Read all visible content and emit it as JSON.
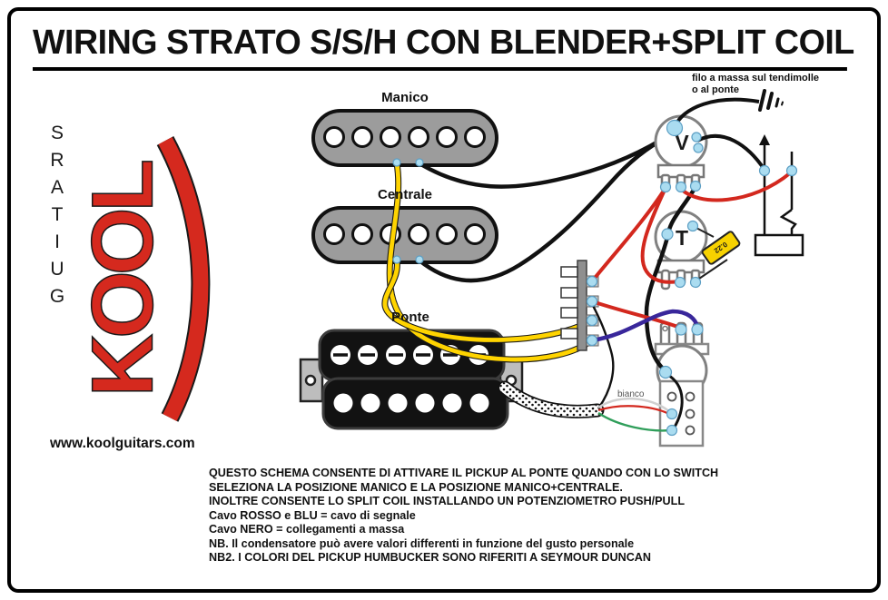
{
  "title": "WIRING STRATO S/S/H CON BLENDER+SPLIT COIL",
  "logo": {
    "brand": "KOOL",
    "vertical_text": "S\nR\nA\nT\nI\nU\nG",
    "vertical_word": "GUITARS",
    "website": "www.koolguitars.com",
    "brand_color": "#d5291e"
  },
  "diagram": {
    "pickup_labels": {
      "neck": "Manico",
      "middle": "Centrale",
      "bridge": "Ponte"
    },
    "pot_labels": {
      "volume": "V",
      "tone": "T"
    },
    "capacitor_value": "0.22",
    "ground_note": {
      "line1": "filo a massa sul tendimolle",
      "line2": "o al ponte"
    },
    "wire_label_white": "bianco"
  },
  "notes": {
    "lines": [
      "QUESTO SCHEMA CONSENTE DI ATTIVARE IL PICKUP AL PONTE QUANDO CON LO SWITCH",
      "SELEZIONA LA POSIZIONE MANICO E LA POSIZIONE MANICO+CENTRALE.",
      "INOLTRE CONSENTE LO SPLIT COIL INSTALLANDO UN POTENZIOMETRO PUSH/PULL",
      "Cavo ROSSO e BLU = cavo di segnale",
      "Cavo NERO = collegamenti a massa",
      "NB. Il condensatore può avere valori differenti in funzione del gusto personale",
      "NB2. I COLORI DEL PICKUP HUMBUCKER SONO RIFERITI A SEYMOUR DUNCAN"
    ]
  },
  "colors": {
    "wire_red": "#d3281e",
    "wire_yellow": "#ffd400",
    "wire_blue": "#39279b",
    "wire_green": "#2f9e5a",
    "wire_black": "#111111",
    "solder_blue": "#aadcf0"
  }
}
